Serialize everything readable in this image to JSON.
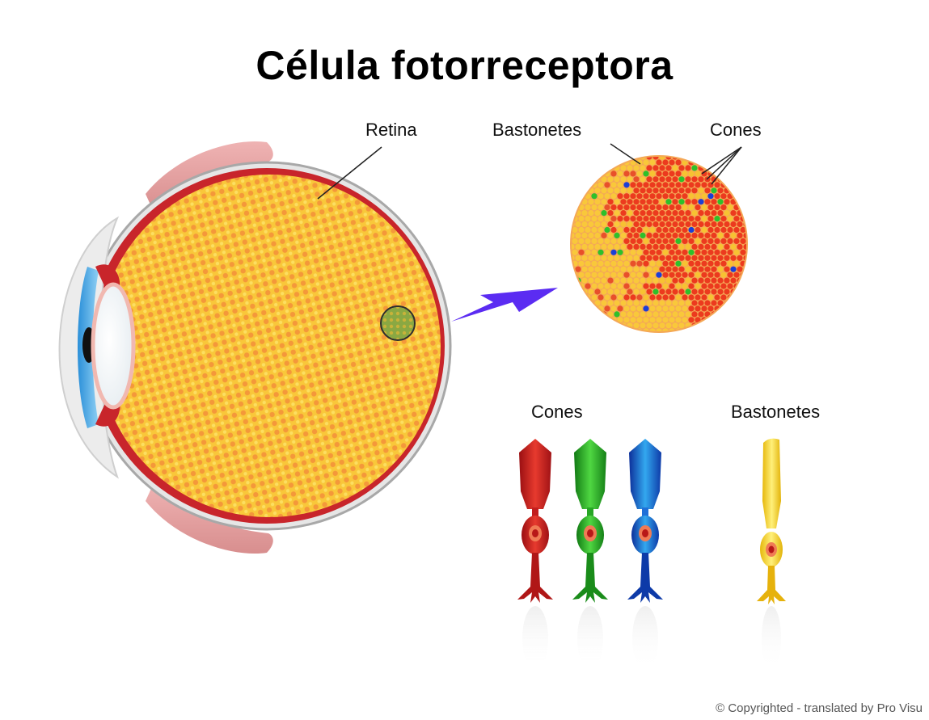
{
  "title": "Célula fotorreceptora",
  "labels": {
    "retina": "Retina",
    "rods_top": "Bastonetes",
    "cones_top": "Cones",
    "cones_bottom": "Cones",
    "rods_bottom": "Bastonetes"
  },
  "copyright": "© Copyrighted - translated by Pro Visu",
  "colors": {
    "retina_fill": "#f7c232",
    "retina_pattern": "#f4743c",
    "sclera_red": "#c8252b",
    "arrow": "#5b2cf2",
    "red_cone": "#d41e1e",
    "green_cone": "#2ec02a",
    "blue_cone": "#1b5fd6",
    "rod": "#f5d21a"
  }
}
